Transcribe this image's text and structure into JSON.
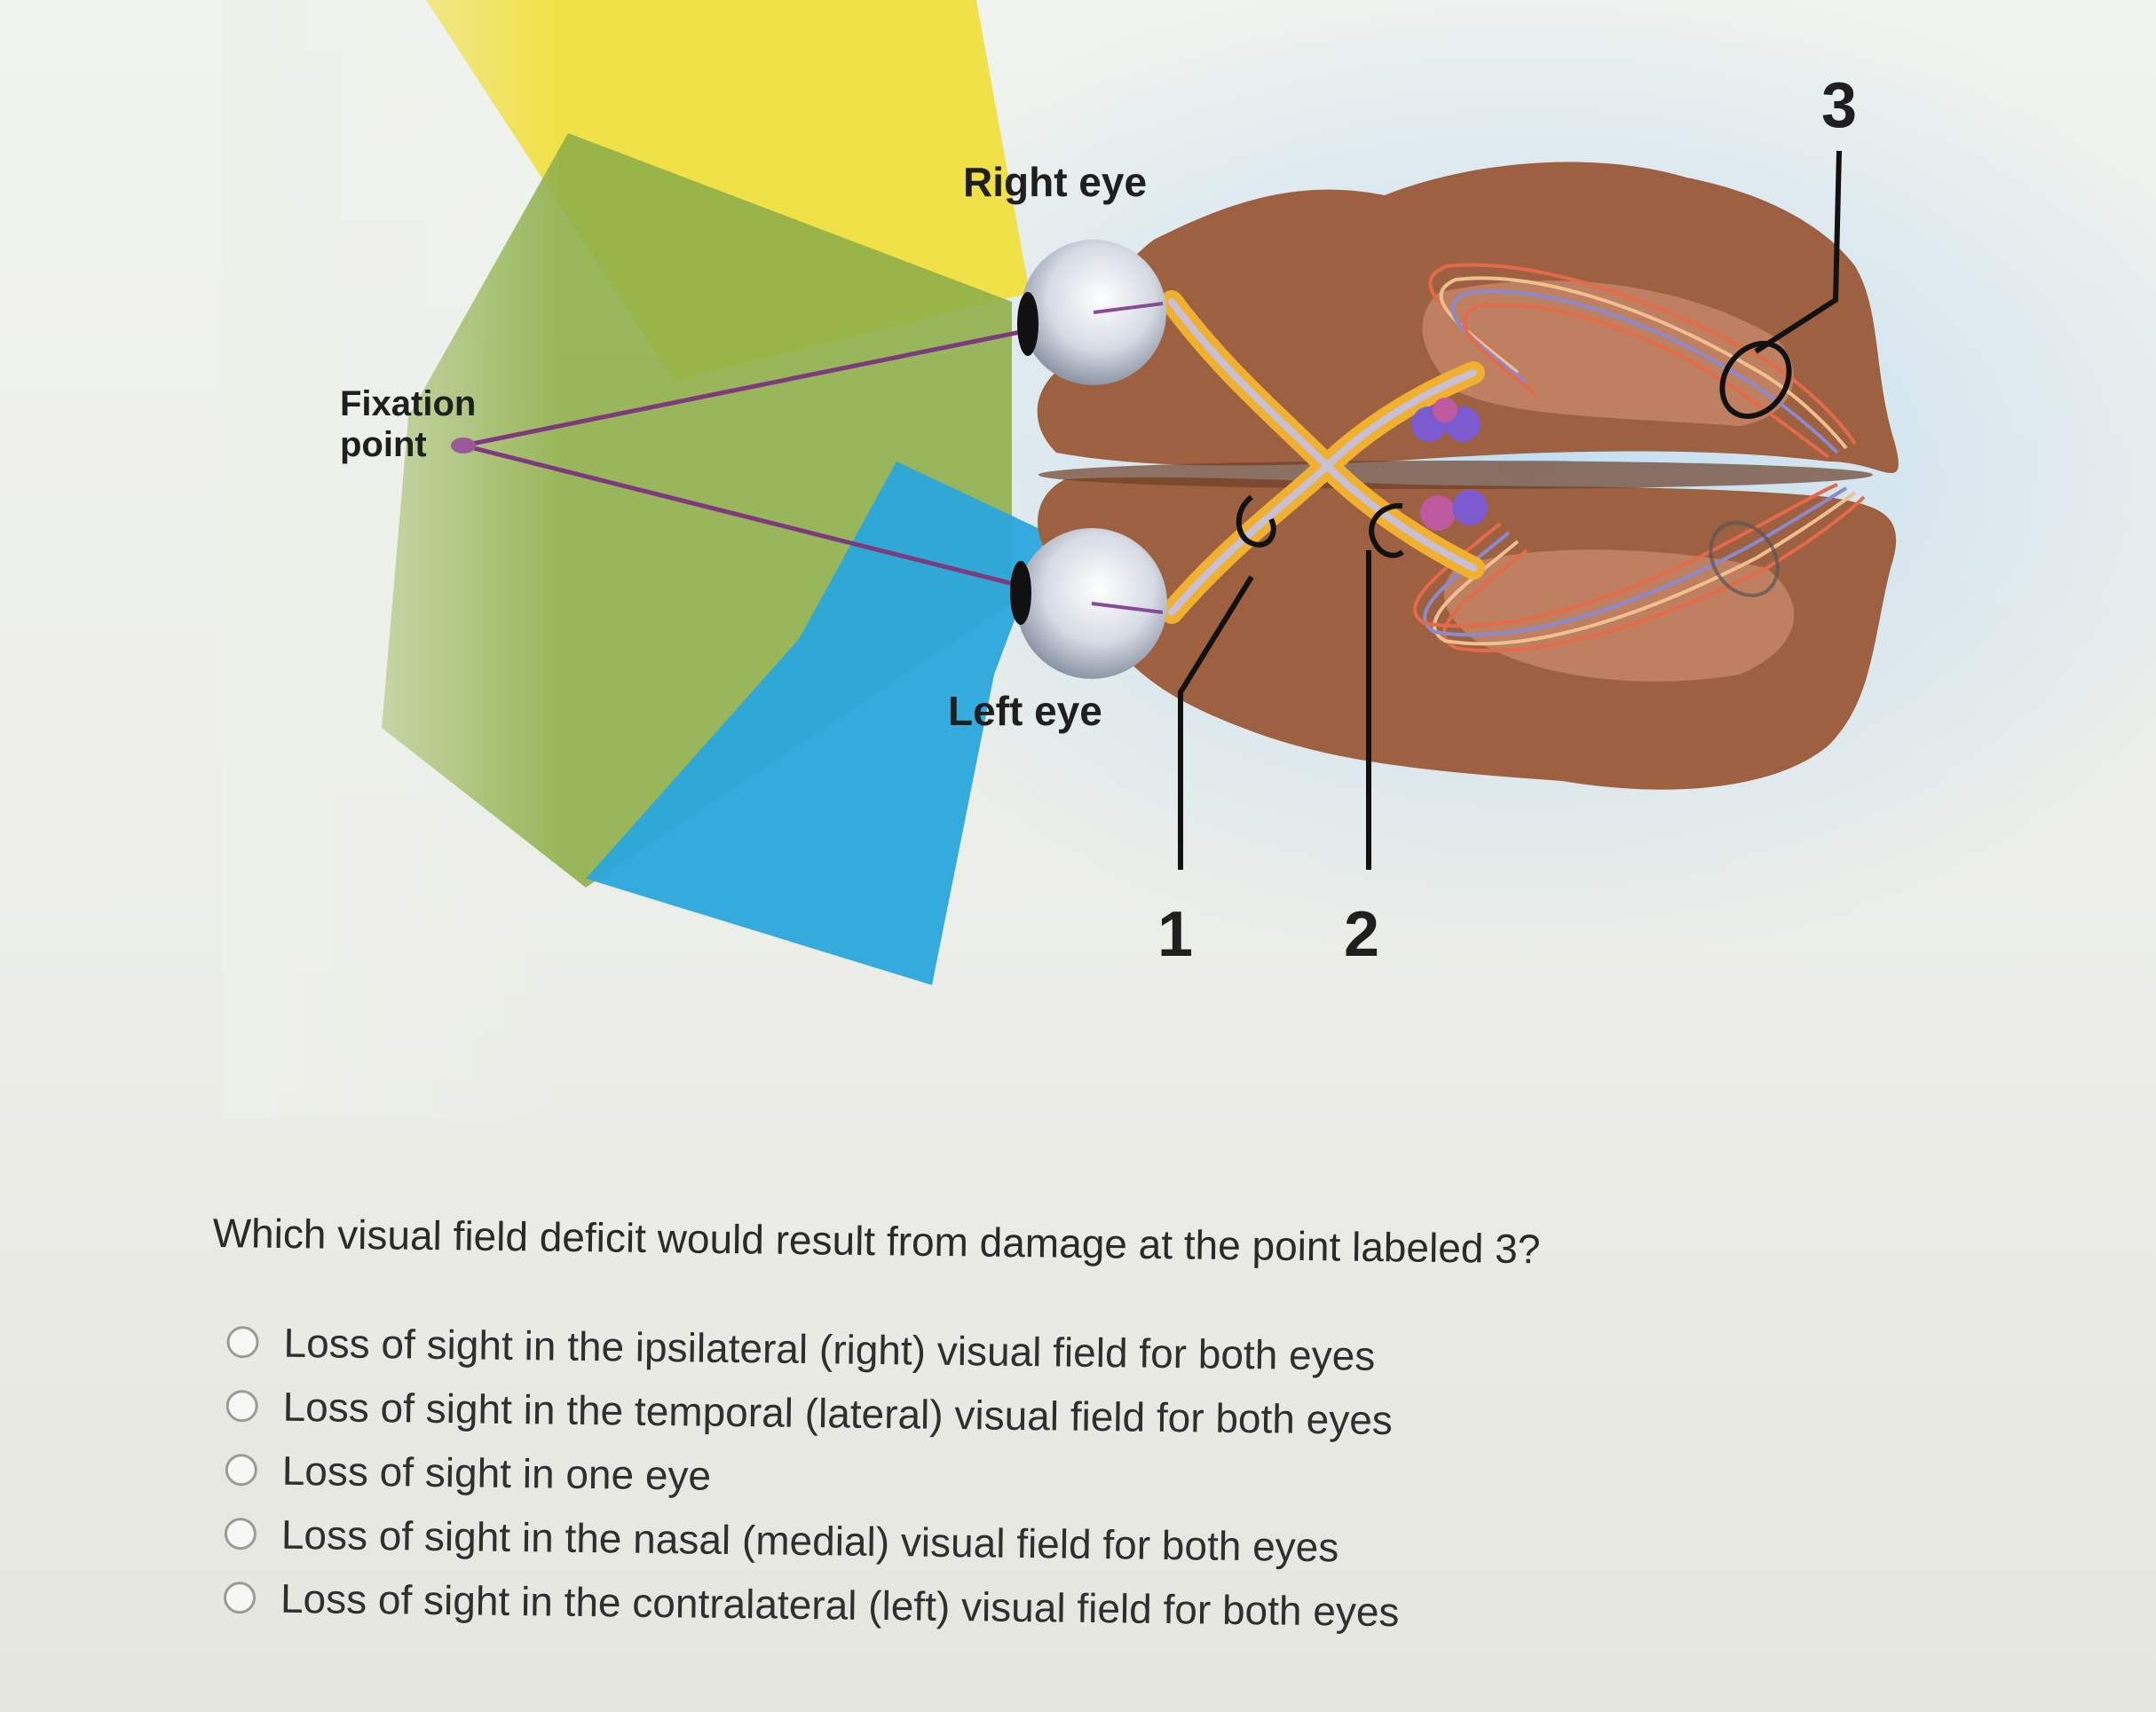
{
  "diagram": {
    "labels": {
      "right_eye": "Right eye",
      "left_eye": "Left eye",
      "fixation_point": "Fixation point",
      "marker_1": "1",
      "marker_2": "2",
      "marker_3": "3"
    },
    "colors": {
      "field_yellow": "#f1df3a",
      "field_green": "#8fb04a",
      "field_blue": "#2aa6dc",
      "brain": "#9d6040",
      "optic_nerve": "#f0b030",
      "pathway_purple": "#8a4a9a"
    }
  },
  "question": {
    "text": "Which visual field deficit would result from damage at the point labeled 3?",
    "options": [
      {
        "label": "Loss of sight in the ipsilateral (right) visual field for both eyes"
      },
      {
        "label": "Loss of sight in the temporal (lateral) visual field for both eyes"
      },
      {
        "label": "Loss of sight in one eye"
      },
      {
        "label": "Loss of sight in the nasal (medial) visual field for both eyes"
      },
      {
        "label": "Loss of sight in the contralateral (left) visual field for both eyes"
      }
    ]
  }
}
